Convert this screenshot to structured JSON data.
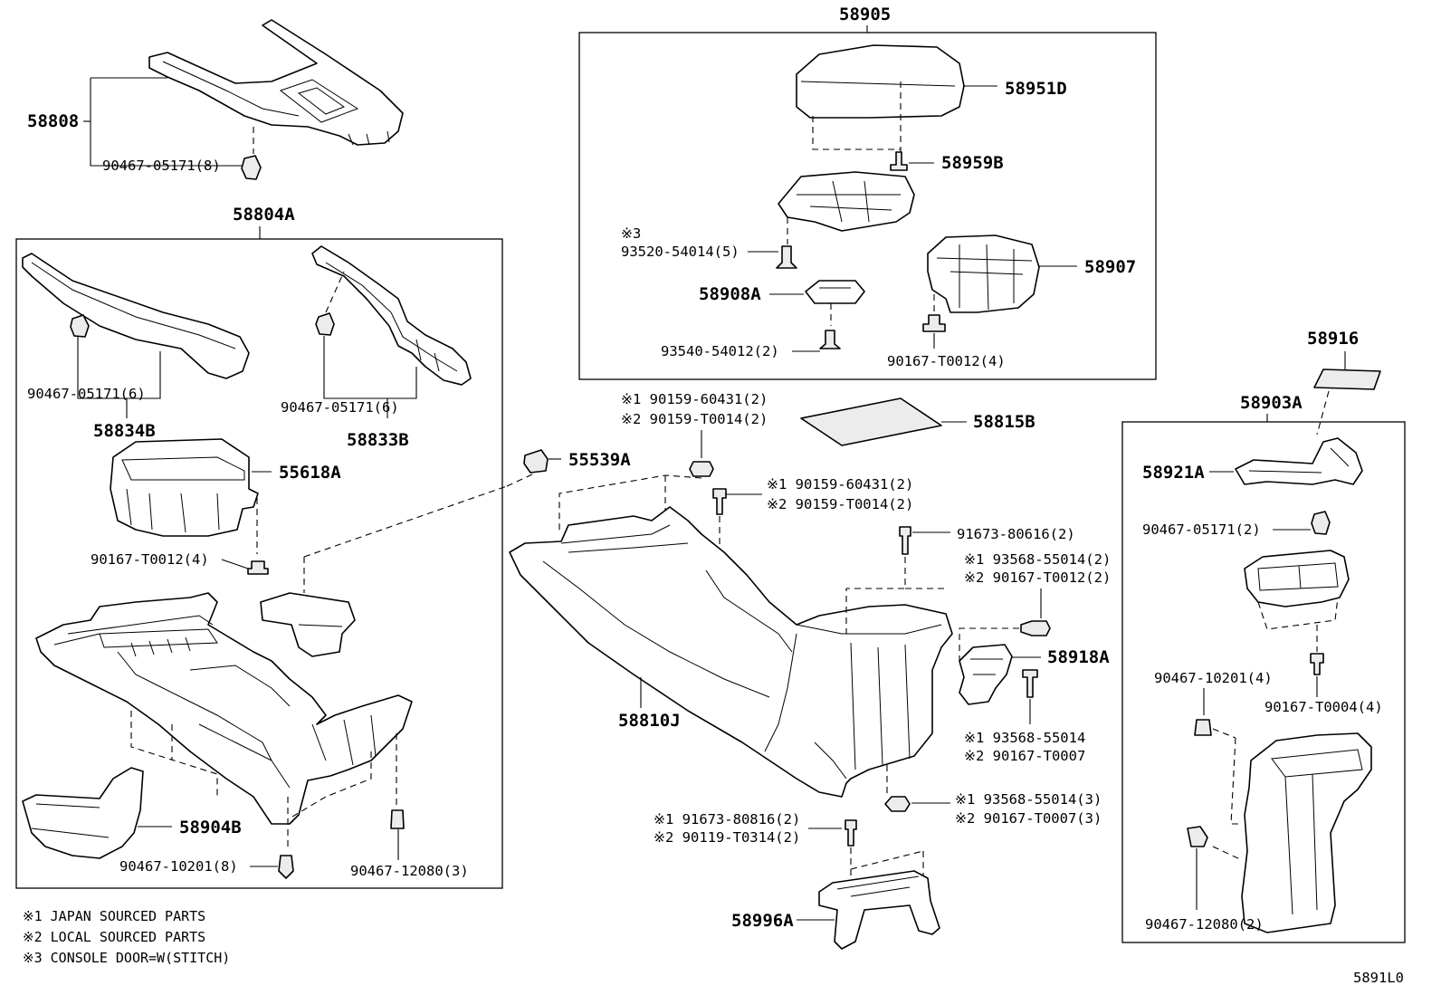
{
  "labels": {
    "p58808": "58808",
    "p90467_05171_8": "90467-05171(8)",
    "p58804A": "58804A",
    "p90467_05171_6a": "90467-05171(6)",
    "p58834B": "58834B",
    "p90467_05171_6b": "90467-05171(6)",
    "p58833B": "58833B",
    "p55618A": "55618A",
    "p90167_T0012_4a": "90167-T0012(4)",
    "p58904B": "58904B",
    "p90467_10201_8": "90467-10201(8)",
    "p90467_12080_3": "90467-12080(3)",
    "p58905": "58905",
    "p58951D": "58951D",
    "p58959B": "58959B",
    "p93520_mark": "※3",
    "p93520_54014_5": "93520-54014(5)",
    "p58907": "58907",
    "p58908A": "58908A",
    "p93540_54012_2": "93540-54012(2)",
    "p90167_T0012_4b": "90167-T0012(4)",
    "p55539A": "55539A",
    "p90159_60431_2a": "※1 90159-60431(2)",
    "p90159_T0014_2a": "※2 90159-T0014(2)",
    "p90159_60431_2b": "※1 90159-60431(2)",
    "p90159_T0014_2b": "※2 90159-T0014(2)",
    "p58815B": "58815B",
    "p91673_80616_2": "91673-80616(2)",
    "p93568_55014_2": "※1 93568-55014(2)",
    "p90167_T0012_2": "※2 90167-T0012(2)",
    "p58918A": "58918A",
    "p93568_55014": "※1 93568-55014",
    "p90167_T0007": "※2 90167-T0007",
    "p58810J": "58810J",
    "p93568_55014_3": "※1 93568-55014(3)",
    "p90167_T0007_3": "※2 90167-T0007(3)",
    "p91673_80816_2": "※1 91673-80816(2)",
    "p90119_T0314_2": "※2 90119-T0314(2)",
    "p58996A": "58996A",
    "p58916": "58916",
    "p58903A": "58903A",
    "p58921A": "58921A",
    "p90467_05171_2": "90467-05171(2)",
    "p90467_10201_4": "90467-10201(4)",
    "p90167_T0004_4": "90167-T0004(4)",
    "p90467_12080_2": "90467-12080(2)"
  },
  "legend": [
    "※1 JAPAN SOURCED PARTS",
    "※2 LOCAL SOURCED PARTS",
    "※3 CONSOLE DOOR=W(STITCH)"
  ],
  "figure_id": "5891L0"
}
